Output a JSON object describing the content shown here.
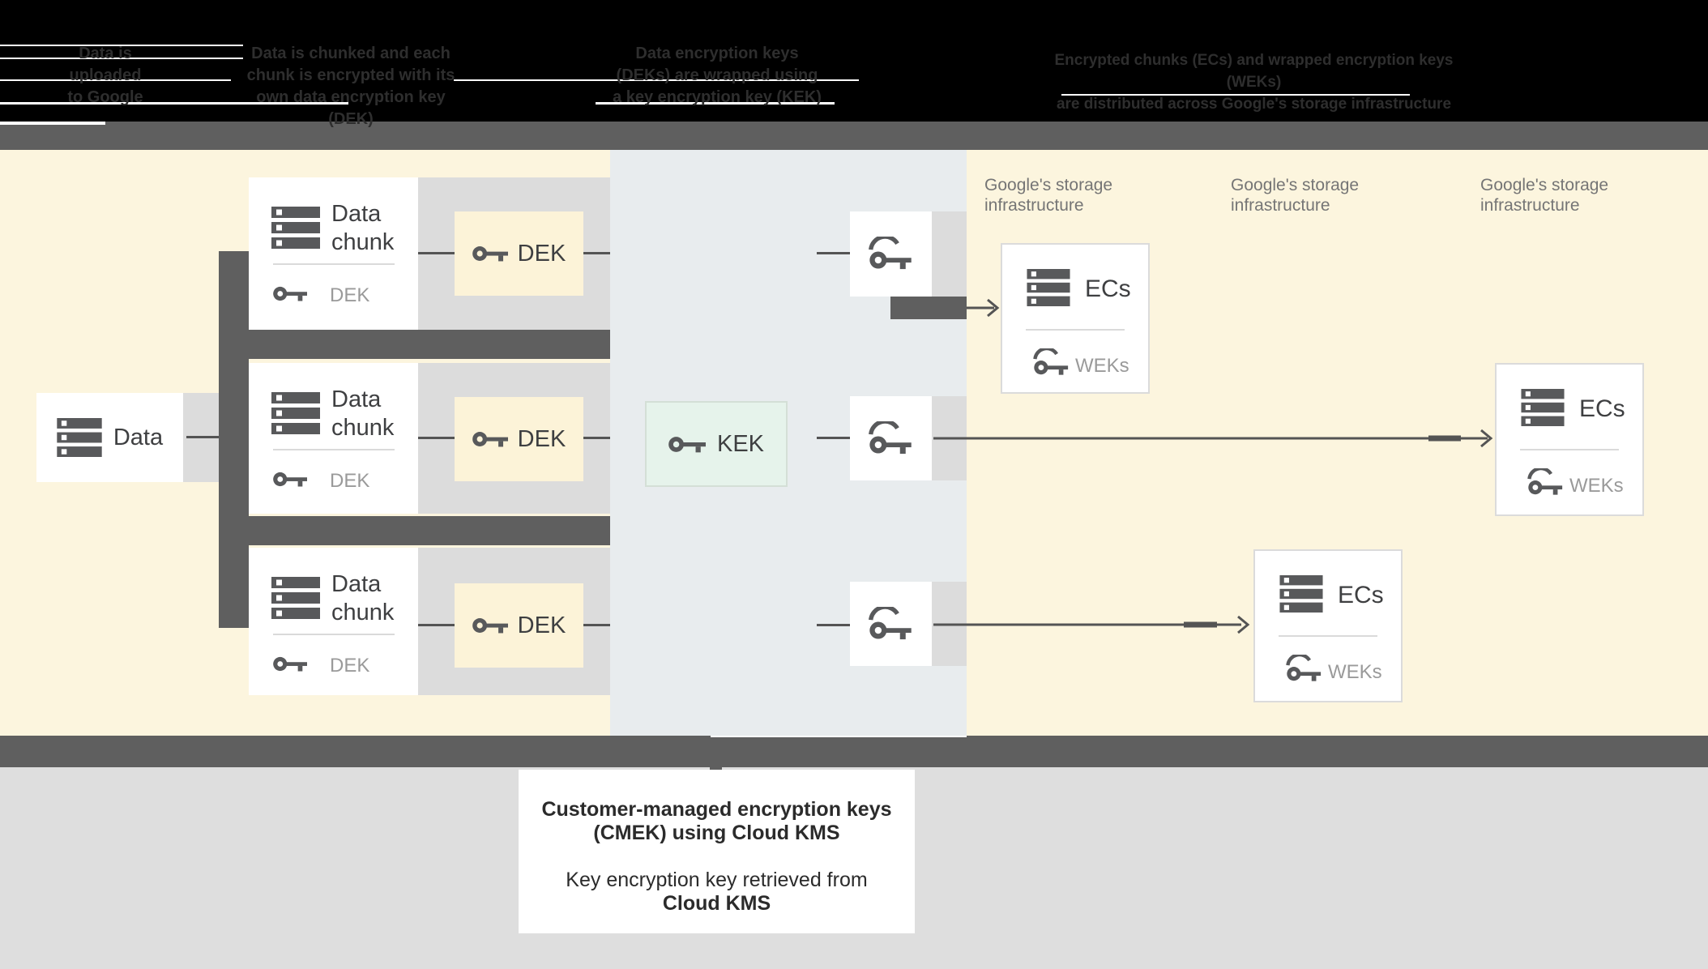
{
  "header": {
    "col1": [
      "Data is",
      "uploaded",
      "to Google"
    ],
    "col2": [
      "Data is chunked and each",
      "chunk is encrypted with its",
      "own data encryption key (DEK)"
    ],
    "col3": [
      "Data encryption keys",
      "(DEKs) are wrapped using",
      "a key encryption key (KEK)"
    ],
    "col4": [
      "Encrypted chunks (ECs) and wrapped encryption keys (WEKs)",
      "are distributed across Google's storage infrastructure"
    ]
  },
  "diagram": {
    "data_label": "Data",
    "chunk_line1": "Data",
    "chunk_line2": "chunk",
    "chunk_key_label": "DEK",
    "dek_label": "DEK",
    "kek_label": "KEK",
    "storage_line1": "Google's storage",
    "storage_line2": "infrastructure",
    "ecs_label": "ECs",
    "weks_label": "WEKs"
  },
  "caption": {
    "line1": "Customer-managed encryption keys",
    "line2": "(CMEK) using Cloud KMS",
    "line3": "Key encryption key retrieved from",
    "line4": "Cloud KMS"
  },
  "colors": {
    "yellow_region": "#fcf5de",
    "blue_region": "#e8ecee",
    "gray_band": "#dcdcdc",
    "dark_gray": "#5f5f5f",
    "connector": "#545454",
    "kek_fill": "#e6f3eb",
    "box_border": "#dbdbdb",
    "icon": "#58595b",
    "muted_text": "#9a9a9a",
    "infra_text": "#757575",
    "bottom_gray": "#dedede"
  }
}
